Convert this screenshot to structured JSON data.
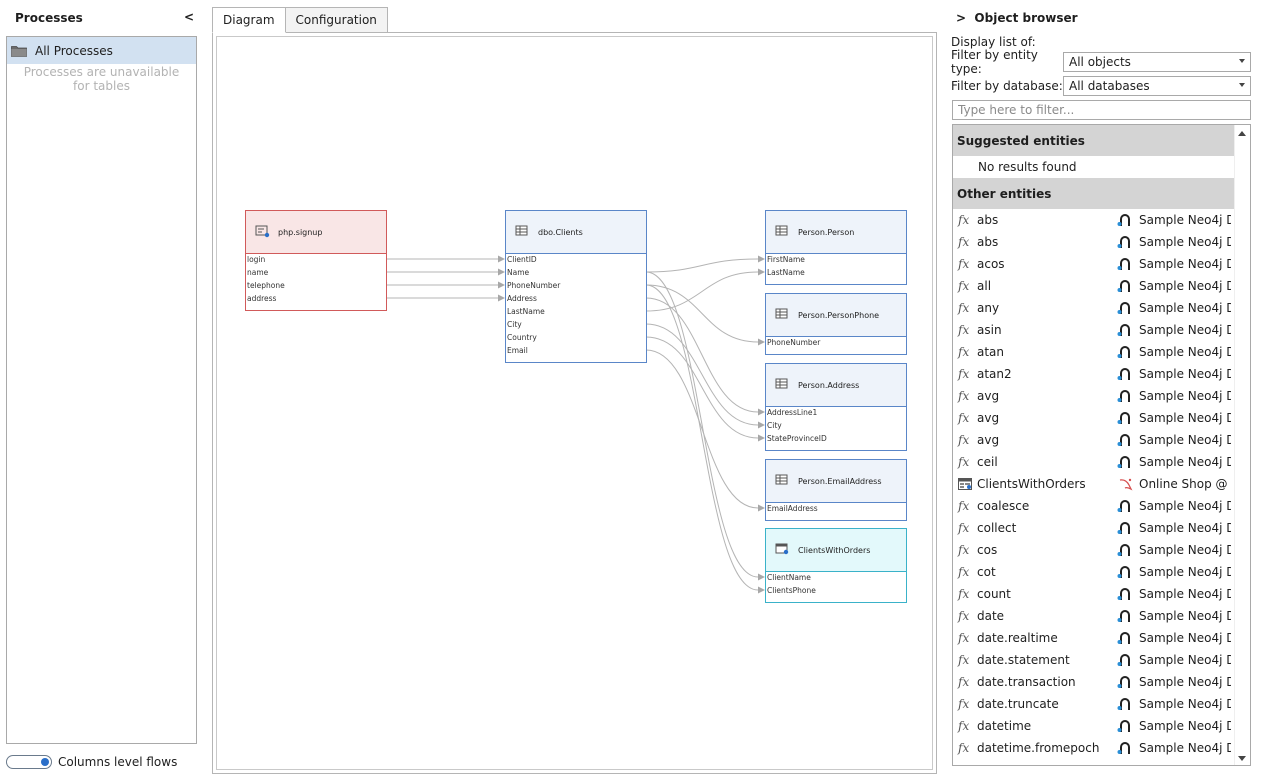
{
  "left_panel": {
    "title": "Processes",
    "collapse_glyph": "<",
    "all_processes_label": "All Processes",
    "note": "Processes are unavailable for tables",
    "toggle_label": "Columns level flows",
    "toggle_on": true,
    "icons": {
      "folder": "folder-icon"
    }
  },
  "tabs": [
    {
      "label": "Diagram",
      "active": true
    },
    {
      "label": "Configuration",
      "active": false
    }
  ],
  "diagram": {
    "nodes": [
      {
        "id": "php",
        "title": "php.signup",
        "kind": "process",
        "icon": "process-icon",
        "columns": [
          "login",
          "name",
          "telephone",
          "address"
        ]
      },
      {
        "id": "clients",
        "title": "dbo.Clients",
        "kind": "table",
        "icon": "table-icon",
        "columns": [
          "ClientID",
          "Name",
          "PhoneNumber",
          "Address",
          "LastName",
          "City",
          "Country",
          "Email"
        ]
      },
      {
        "id": "person",
        "title": "Person.Person",
        "kind": "table",
        "icon": "table-icon",
        "columns": [
          "FirstName",
          "LastName"
        ]
      },
      {
        "id": "phone",
        "title": "Person.PersonPhone",
        "kind": "table",
        "icon": "table-icon",
        "columns": [
          "PhoneNumber"
        ]
      },
      {
        "id": "address",
        "title": "Person.Address",
        "kind": "table",
        "icon": "table-icon",
        "columns": [
          "AddressLine1",
          "City",
          "StateProvinceID"
        ]
      },
      {
        "id": "email",
        "title": "Person.EmailAddress",
        "kind": "table",
        "icon": "table-icon",
        "columns": [
          "EmailAddress"
        ]
      },
      {
        "id": "cwo",
        "title": "ClientsWithOrders",
        "kind": "view",
        "icon": "view-icon",
        "columns": [
          "ClientName",
          "ClientsPhone"
        ]
      }
    ],
    "flows": [
      {
        "from": [
          "php",
          0
        ],
        "to": [
          "clients",
          0
        ]
      },
      {
        "from": [
          "php",
          1
        ],
        "to": [
          "clients",
          1
        ]
      },
      {
        "from": [
          "php",
          2
        ],
        "to": [
          "clients",
          2
        ]
      },
      {
        "from": [
          "php",
          3
        ],
        "to": [
          "clients",
          3
        ]
      },
      {
        "from": [
          "clients",
          1
        ],
        "to": [
          "person",
          0
        ]
      },
      {
        "from": [
          "clients",
          4
        ],
        "to": [
          "person",
          1
        ]
      },
      {
        "from": [
          "clients",
          2
        ],
        "to": [
          "phone",
          0
        ]
      },
      {
        "from": [
          "clients",
          3
        ],
        "to": [
          "address",
          0
        ]
      },
      {
        "from": [
          "clients",
          5
        ],
        "to": [
          "address",
          1
        ]
      },
      {
        "from": [
          "clients",
          6
        ],
        "to": [
          "address",
          2
        ]
      },
      {
        "from": [
          "clients",
          7
        ],
        "to": [
          "email",
          0
        ]
      },
      {
        "from": [
          "clients",
          1
        ],
        "to": [
          "cwo",
          0
        ]
      },
      {
        "from": [
          "clients",
          2
        ],
        "to": [
          "cwo",
          1
        ]
      }
    ]
  },
  "object_browser": {
    "title": "Object browser",
    "expand_glyph": ">",
    "display_label": "Display list of:",
    "entity_type_label": "Filter by entity type:",
    "entity_type_value": "All objects",
    "database_label": "Filter by database:",
    "database_value": "All databases",
    "filter_placeholder": "Type here to filter...",
    "suggested_header": "Suggested entities",
    "no_results": "No results found",
    "other_header": "Other entities",
    "items": [
      {
        "name": "abs",
        "type": "function-icon",
        "db": "Sample Neo4j D...",
        "db_icon": "neo4j-icon"
      },
      {
        "name": "abs",
        "type": "function-icon",
        "db": "Sample Neo4j D...",
        "db_icon": "neo4j-icon"
      },
      {
        "name": "acos",
        "type": "function-icon",
        "db": "Sample Neo4j D...",
        "db_icon": "neo4j-icon"
      },
      {
        "name": "all",
        "type": "function-icon",
        "db": "Sample Neo4j D...",
        "db_icon": "neo4j-icon"
      },
      {
        "name": "any",
        "type": "function-icon",
        "db": "Sample Neo4j D...",
        "db_icon": "neo4j-icon"
      },
      {
        "name": "asin",
        "type": "function-icon",
        "db": "Sample Neo4j D...",
        "db_icon": "neo4j-icon"
      },
      {
        "name": "atan",
        "type": "function-icon",
        "db": "Sample Neo4j D...",
        "db_icon": "neo4j-icon"
      },
      {
        "name": "atan2",
        "type": "function-icon",
        "db": "Sample Neo4j D...",
        "db_icon": "neo4j-icon"
      },
      {
        "name": "avg",
        "type": "function-icon",
        "db": "Sample Neo4j D...",
        "db_icon": "neo4j-icon"
      },
      {
        "name": "avg",
        "type": "function-icon",
        "db": "Sample Neo4j D...",
        "db_icon": "neo4j-icon"
      },
      {
        "name": "avg",
        "type": "function-icon",
        "db": "Sample Neo4j D...",
        "db_icon": "neo4j-icon"
      },
      {
        "name": "ceil",
        "type": "function-icon",
        "db": "Sample Neo4j D...",
        "db_icon": "neo4j-icon"
      },
      {
        "name": "ClientsWithOrders",
        "type": "view-icon",
        "db": "Online Shop @ ...",
        "db_icon": "mysql-icon"
      },
      {
        "name": "coalesce",
        "type": "function-icon",
        "db": "Sample Neo4j D...",
        "db_icon": "neo4j-icon"
      },
      {
        "name": "collect",
        "type": "function-icon",
        "db": "Sample Neo4j D...",
        "db_icon": "neo4j-icon"
      },
      {
        "name": "cos",
        "type": "function-icon",
        "db": "Sample Neo4j D...",
        "db_icon": "neo4j-icon"
      },
      {
        "name": "cot",
        "type": "function-icon",
        "db": "Sample Neo4j D...",
        "db_icon": "neo4j-icon"
      },
      {
        "name": "count",
        "type": "function-icon",
        "db": "Sample Neo4j D...",
        "db_icon": "neo4j-icon"
      },
      {
        "name": "date",
        "type": "function-icon",
        "db": "Sample Neo4j D...",
        "db_icon": "neo4j-icon"
      },
      {
        "name": "date.realtime",
        "type": "function-icon",
        "db": "Sample Neo4j D...",
        "db_icon": "neo4j-icon"
      },
      {
        "name": "date.statement",
        "type": "function-icon",
        "db": "Sample Neo4j D...",
        "db_icon": "neo4j-icon"
      },
      {
        "name": "date.transaction",
        "type": "function-icon",
        "db": "Sample Neo4j D...",
        "db_icon": "neo4j-icon"
      },
      {
        "name": "date.truncate",
        "type": "function-icon",
        "db": "Sample Neo4j D...",
        "db_icon": "neo4j-icon"
      },
      {
        "name": "datetime",
        "type": "function-icon",
        "db": "Sample Neo4j D...",
        "db_icon": "neo4j-icon"
      },
      {
        "name": "datetime.fromepoch",
        "type": "function-icon",
        "db": "Sample Neo4j D...",
        "db_icon": "neo4j-icon"
      }
    ]
  }
}
